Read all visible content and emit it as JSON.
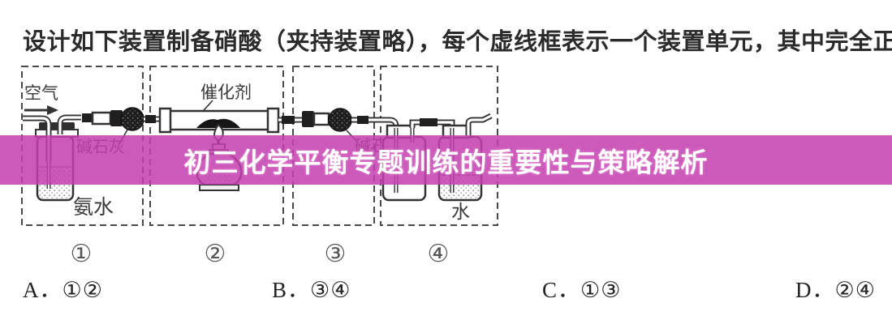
{
  "question": {
    "title": "设计如下装置制备硝酸（夹持装置略），每个虚线框表示一个装置单元，其中完全正确的是"
  },
  "banner": {
    "text": "初三化学平衡专题训练的重要性与策略解析",
    "bg_color": "#c43fb0",
    "text_color": "#ffffff"
  },
  "diagram": {
    "labels": {
      "air": "空气",
      "ammonia_water": "氨水",
      "soda_lime_1": "碱石灰",
      "catalyst": "催化剂",
      "soda_lime_2": "碱石灰",
      "water": "水"
    },
    "unit_numbers": [
      "①",
      "②",
      "③",
      "④"
    ]
  },
  "options": [
    "A．①②",
    "B．③④",
    "C．①③",
    "D．②④"
  ]
}
